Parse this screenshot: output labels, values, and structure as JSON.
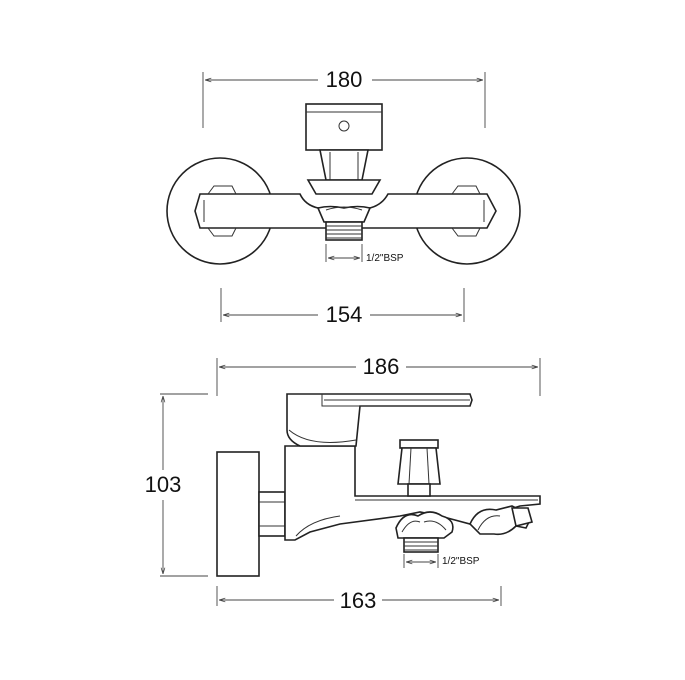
{
  "diagram": {
    "top_view": {
      "dim_total_width": "180",
      "dim_wall_spacing": "154",
      "thread_label": "1/2\"BSP"
    },
    "side_view": {
      "dim_total_depth": "186",
      "dim_height": "103",
      "dim_spout_length": "163",
      "thread_label": "1/2\"BSP"
    },
    "colors": {
      "line": "#222222",
      "background": "#ffffff"
    }
  }
}
